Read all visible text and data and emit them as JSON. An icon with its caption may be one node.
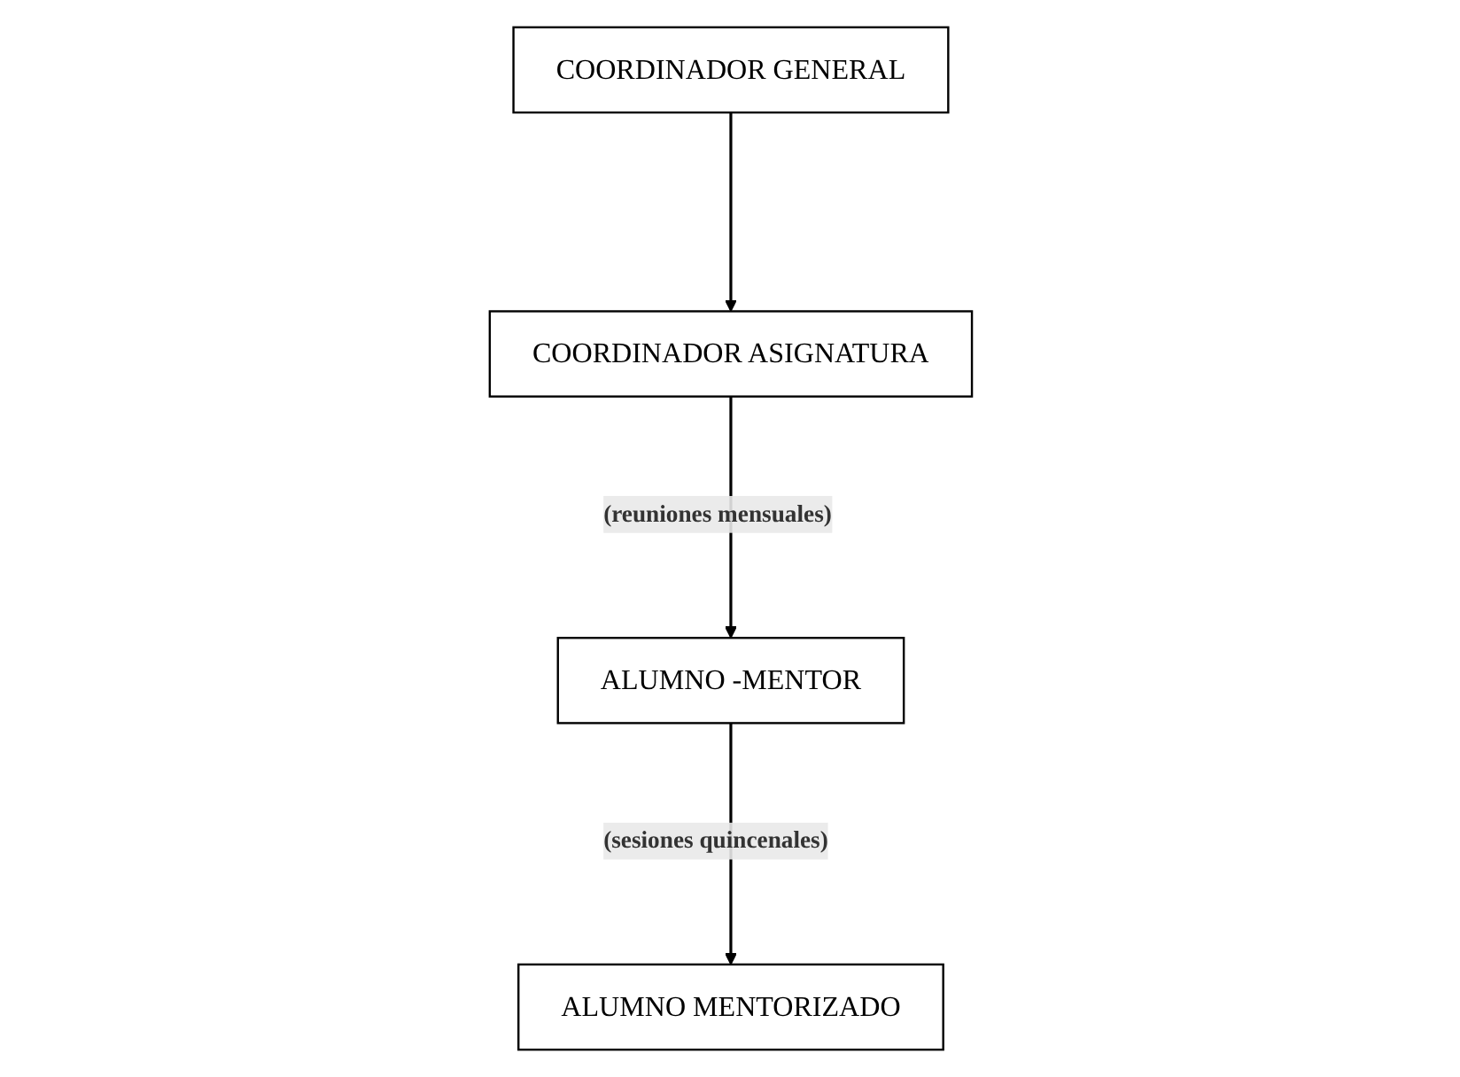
{
  "diagram": {
    "nodes": [
      {
        "text": [
          "COORDINADOR GENERAL"
        ]
      },
      {
        "text": [
          "COORDINADOR ASIGNATURA"
        ]
      },
      {
        "text": [
          "ALUMNO -MENTOR"
        ]
      },
      {
        "text": [
          "ALUMNO MENTORIZADO"
        ]
      }
    ],
    "edges": [
      {
        "from": 0,
        "to": 1,
        "arrow": "to"
      },
      {
        "from": 1,
        "to": 2,
        "arrow": "to",
        "label": "(reuniones mensuales)"
      },
      {
        "from": 2,
        "to": 3,
        "arrow": "to",
        "label": "(sesiones quincenales)"
      }
    ]
  }
}
